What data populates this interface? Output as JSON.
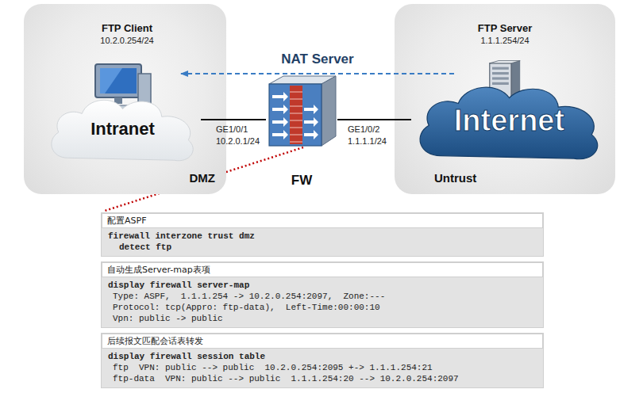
{
  "diagram": {
    "nodes": [
      {
        "text": [
          "DMZ"
        ]
      },
      {
        "text": [
          "FTP Client",
          "10.2.0.254/24"
        ],
        "in": 0
      },
      {
        "text": [
          "Intranet"
        ],
        "in": 0
      },
      {
        "text": [
          "Untrust"
        ]
      },
      {
        "text": [
          "FTP Server",
          "1.1.1.254/24"
        ],
        "in": 3
      },
      {
        "text": [
          "Internet"
        ],
        "in": 3
      },
      {
        "text": [
          "FW"
        ]
      },
      {
        "text": [
          "配置ASPF",
          "firewall interzone trust dmz",
          "detect ftp"
        ]
      },
      {
        "text": [
          "自动生成Server-map表项",
          "display firewall server-map",
          "Type: ASPF,  1.1.1.254 -> 10.2.0.254:2097,  Zone:---",
          "Protocol: tcp(Appro: ftp-data),  Left-Time:00:00:10",
          "Vpn: public -> public"
        ]
      },
      {
        "text": [
          "后续报文匹配会话表转发",
          "display firewall session table",
          "ftp  VPN: public --> public  10.2.0.254:2095 +-> 1.1.1.254:21",
          "ftp-data  VPN: public --> public  1.1.1.254:20 --> 10.2.0.254:2097"
        ]
      }
    ],
    "edges": [
      {
        "from": 2,
        "to": 6,
        "arrow": "none"
      },
      {
        "from": 6,
        "to": 5,
        "arrow": "none"
      },
      {
        "from": 4,
        "to": 1,
        "label": "NAT Server",
        "arrow": "to"
      }
    ],
    "labels": [
      "GE1/0/1",
      "10.2.0.1/24",
      "GE1/0/2",
      "1.1.1.1/24"
    ]
  }
}
